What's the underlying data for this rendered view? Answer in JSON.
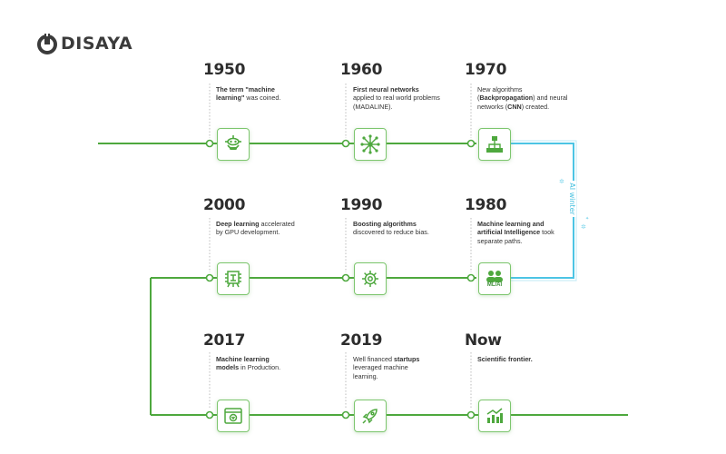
{
  "brand": {
    "name": "DISAYA"
  },
  "ai_winter_label": "AI winter",
  "colors": {
    "line": "#4ea83e",
    "icon": "#4ea83e",
    "ai_winter": "#46c0df",
    "text": "#2d2d2d"
  },
  "milestones": [
    {
      "year": "1950",
      "icon": "robot-head-icon",
      "desc_html": "The term \"machine learning\" was coined.",
      "bold_parts": [
        "The term \"machine",
        "learning\""
      ]
    },
    {
      "year": "1960",
      "icon": "neural-network-icon",
      "desc_parts": [
        "First neural networks",
        " applied to real world problems (MADALINE)."
      ]
    },
    {
      "year": "1970",
      "icon": "hierarchy-icon",
      "desc_parts": [
        "New algorithms (",
        "Backpropagation",
        ") and neural networks (",
        "CNN",
        ") created."
      ]
    },
    {
      "year": "2000",
      "icon": "gpu-chip-icon",
      "desc_parts": [
        "Deep learning",
        " accelerated by GPU development."
      ]
    },
    {
      "year": "1990",
      "icon": "gears-icon",
      "desc_parts": [
        "Boosting algorithms",
        " discovered to reduce bias."
      ]
    },
    {
      "year": "1980",
      "icon": "ml-ai-icon",
      "icon_label": "ML/AI",
      "desc_parts": [
        "Machine learning and artificial Intelligence",
        " took separate paths."
      ]
    },
    {
      "year": "2017",
      "icon": "browser-window-icon",
      "desc_parts": [
        "Machine learning models",
        " in Production."
      ]
    },
    {
      "year": "2019",
      "icon": "rocket-icon",
      "desc_parts": [
        "Well financed ",
        "startups",
        " leveraged machine learning."
      ]
    },
    {
      "year": "Now",
      "icon": "bar-chart-icon",
      "desc_parts": [
        "Scientific frontier."
      ]
    }
  ]
}
